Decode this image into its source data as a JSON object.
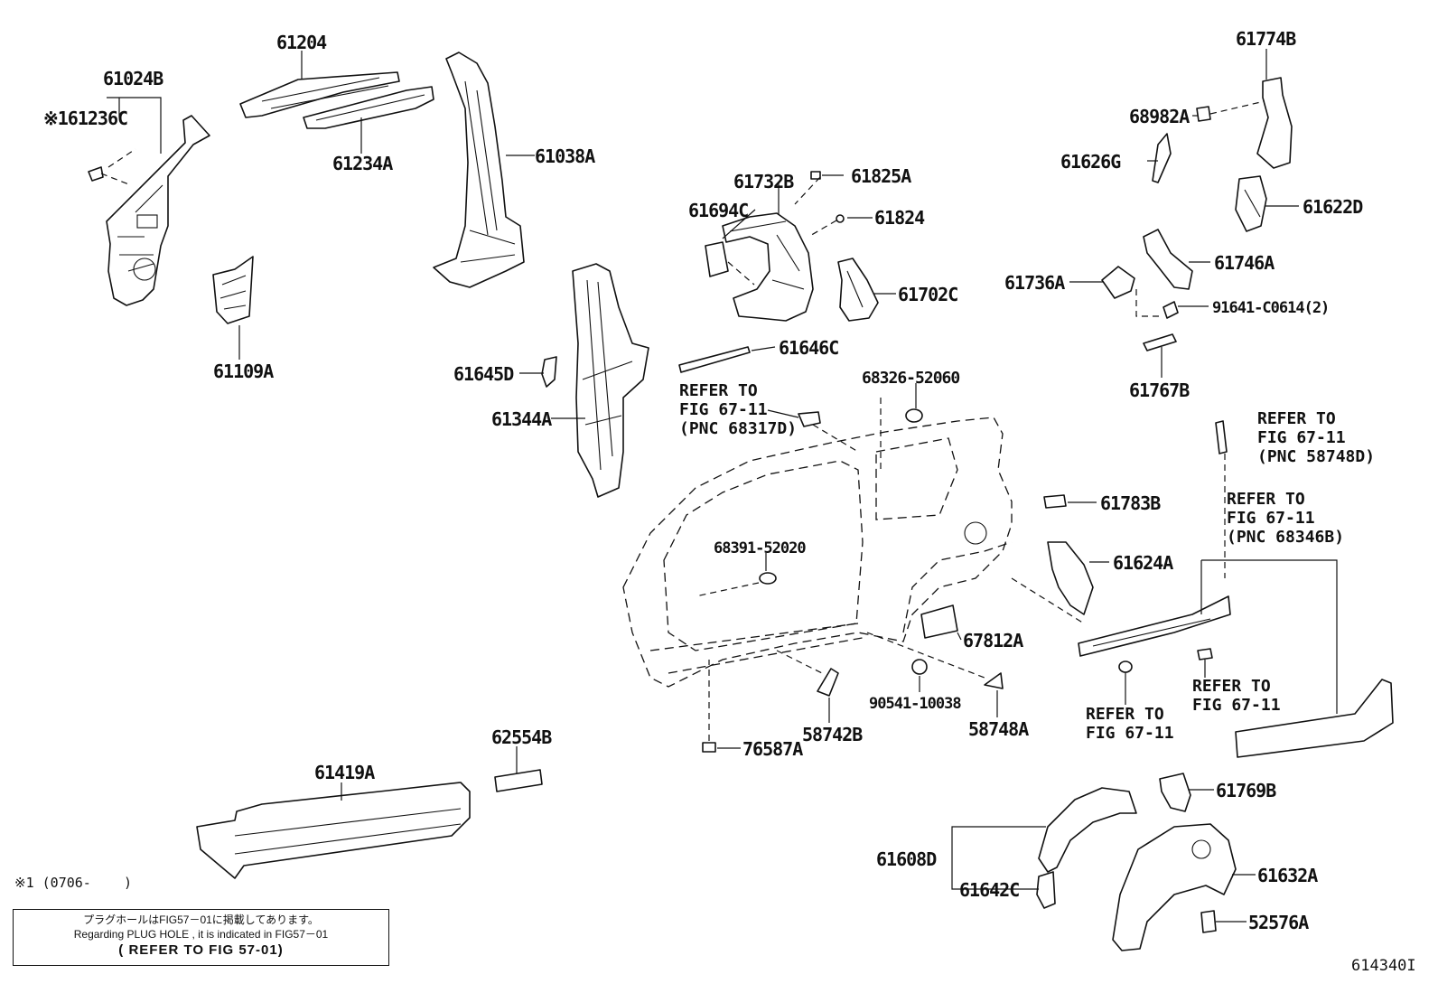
{
  "part_labels": {
    "p61204": "61204",
    "p61024B": "61024B",
    "p61236C": "※161236C",
    "p61234A": "61234A",
    "p61038A": "61038A",
    "p61109A": "61109A",
    "p61732B": "61732B",
    "p61825A": "61825A",
    "p61694C": "61694C",
    "p61824": "61824",
    "p61702C": "61702C",
    "p61646C": "61646C",
    "p61645D": "61645D",
    "p61344A": "61344A",
    "p68326": "68326-52060",
    "p61774B": "61774B",
    "p68982A": "68982A",
    "p61626G": "61626G",
    "p61622D": "61622D",
    "p61746A": "61746A",
    "p61736A": "61736A",
    "p91641": "91641-C0614(2)",
    "p61767B": "61767B",
    "p61783B": "61783B",
    "p61624A": "61624A",
    "p68391": "68391-52020",
    "p67812A": "67812A",
    "p90541": "90541-10038",
    "p58742B": "58742B",
    "p58748A": "58748A",
    "p76587A": "76587A",
    "p62554B": "62554B",
    "p61419A": "61419A",
    "p61769B": "61769B",
    "p61608D": "61608D",
    "p61642C": "61642C",
    "p61632A": "61632A",
    "p52576A": "52576A"
  },
  "references": {
    "ref_68317D": "REFER TO\nFIG 67-11\n(PNC 68317D)",
    "ref_58748D": "REFER TO\nFIG 67-11\n(PNC 58748D)",
    "ref_68346B": "REFER TO\nFIG 67-11\n(PNC 68346B)",
    "ref_clip1": "REFER TO\nFIG 67-11",
    "ref_clip2": "REFER TO\nFIG 67-11"
  },
  "footnote": "※1 (0706-    )",
  "note": {
    "line1": "プラグホールはFIG57－01に掲載してあります。",
    "line2": "Regarding PLUG HOLE , it is indicated in FIG57－01",
    "line3": "( REFER TO FIG 57-01)"
  },
  "figure_code": "614340I"
}
